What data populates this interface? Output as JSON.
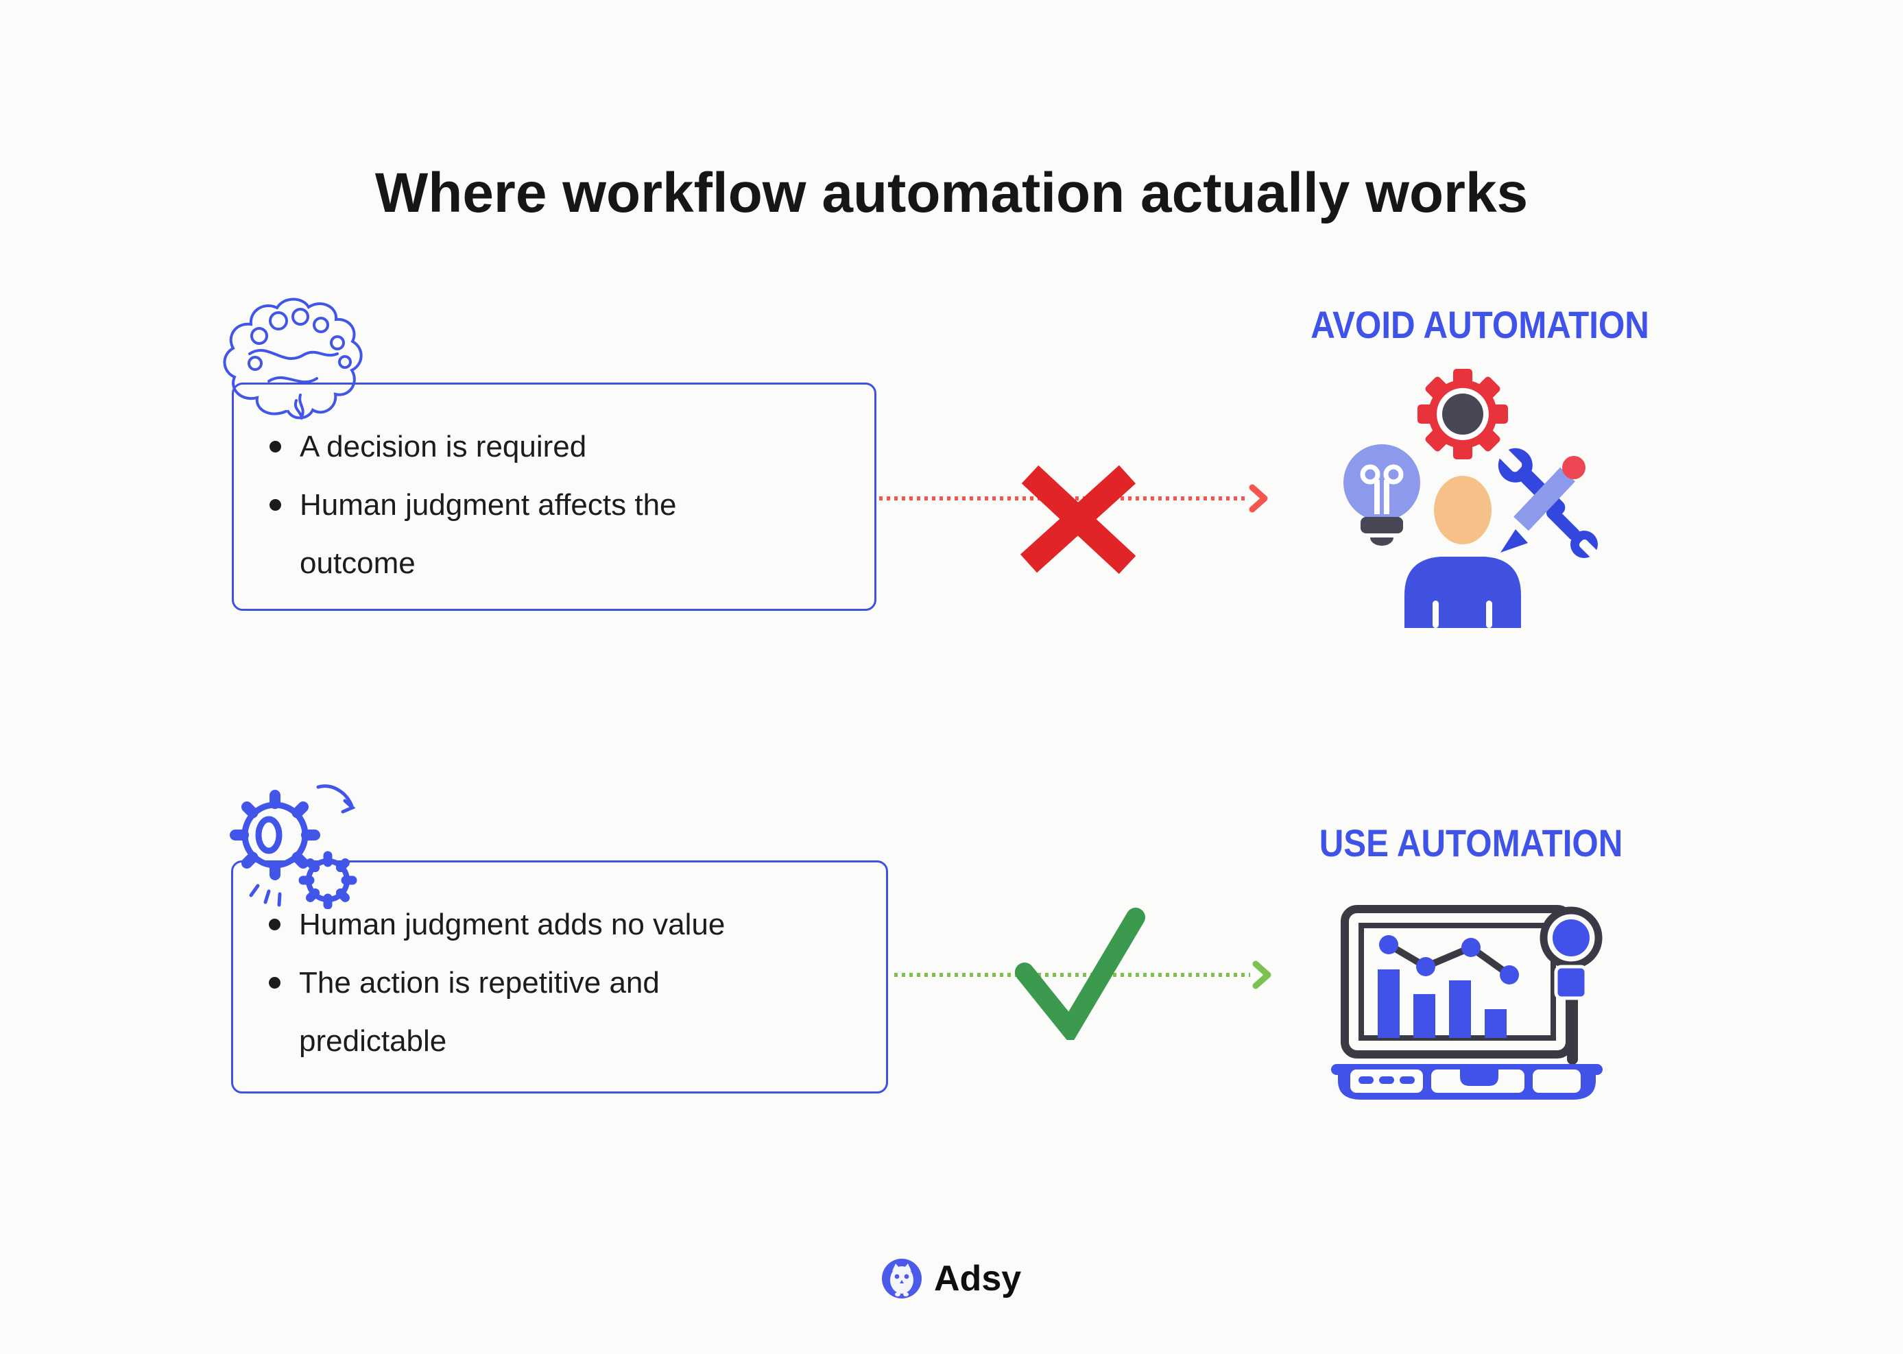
{
  "title": "Where workflow automation actually works",
  "avoid_section": {
    "heading": "AVOID AUTOMATION",
    "criteria": [
      "A decision is required",
      "Human judgment affects the outcome"
    ],
    "icons": {
      "box_icon": "brain-icon",
      "arrow_icon": "red-dotted-arrow",
      "mark_icon": "red-x-icon",
      "illustration_icon": "human-worker-icon"
    }
  },
  "use_section": {
    "heading": "USE AUTOMATION",
    "criteria": [
      "Human judgment adds no value",
      "The action is repetitive and predictable"
    ],
    "icons": {
      "box_icon": "gears-icon",
      "arrow_icon": "green-dotted-arrow",
      "mark_icon": "green-check-icon",
      "illustration_icon": "analytics-laptop-icon"
    }
  },
  "footer": {
    "brand": "Adsy",
    "icon": "owl-icon"
  },
  "colors": {
    "background": "#FBFBF9",
    "accent_blue": "#4053E8",
    "box_border": "#4050E2",
    "doodle_blue": "#4156E8",
    "red_x": "#E02428",
    "red_arrow": "#F4564F",
    "green_check": "#3C9A4F",
    "green_arrow": "#7EC051",
    "gear_red": "#E8323C",
    "dark_slate": "#474756",
    "periwinkle": "#8D99EA",
    "skin": "#F6C189",
    "figure_blue": "#4152E0",
    "tool_blue": "#3346DD",
    "laptop_blue": "#4152E8",
    "frame_dark": "#3A3A44",
    "logo_blue": "#4B5AEB",
    "text": "#1C1C1C"
  }
}
